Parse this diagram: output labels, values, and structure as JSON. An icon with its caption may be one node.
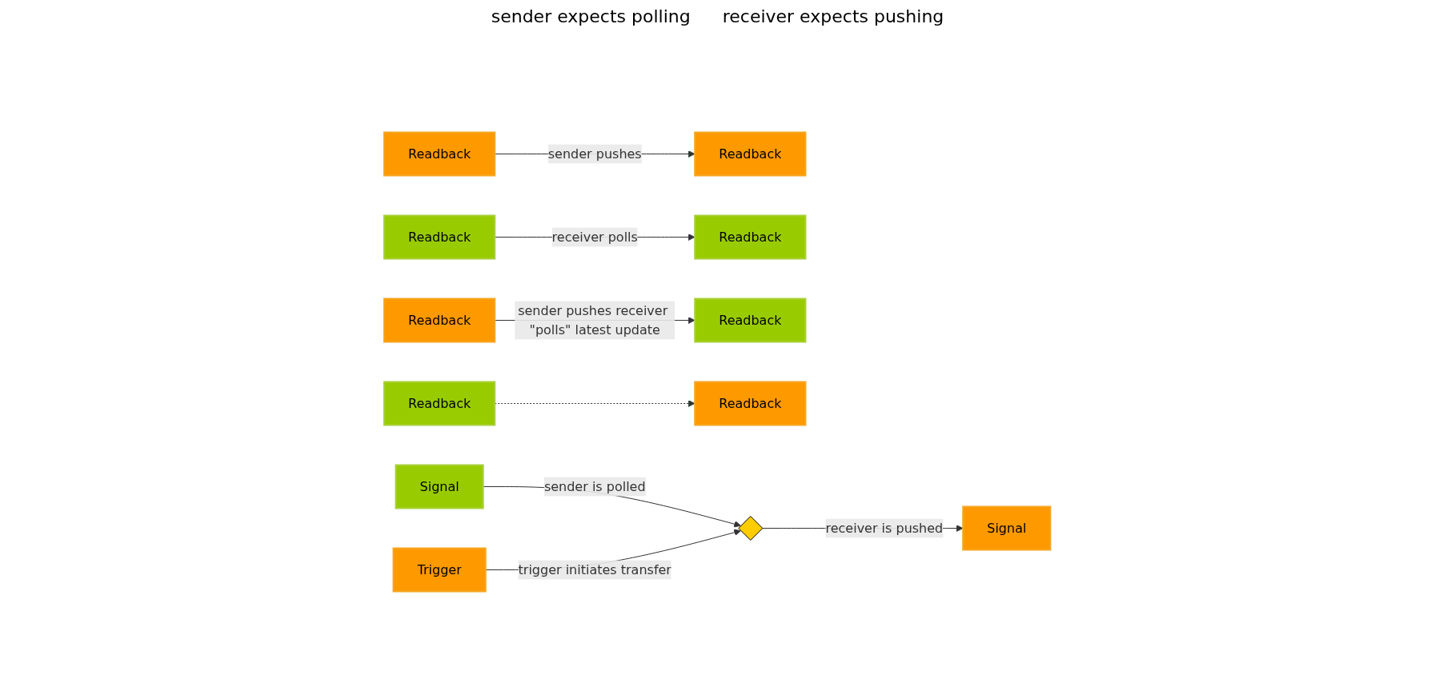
{
  "diagram": {
    "nodes": [
      {
        "text": [
          "Readback"
        ]
      },
      {
        "text": [
          "Readback"
        ]
      },
      {
        "text": [
          "Readback"
        ]
      },
      {
        "text": [
          "Readback"
        ]
      },
      {
        "text": [
          "Readback"
        ]
      },
      {
        "text": [
          "Readback"
        ]
      },
      {
        "text": [
          "Readback"
        ]
      },
      {
        "text": [
          "Readback"
        ]
      },
      {
        "text": [
          "Signal"
        ]
      },
      {
        "text": [],
        "shape": "diamond"
      },
      {
        "text": [
          "Signal"
        ]
      },
      {
        "text": [
          "Trigger"
        ]
      }
    ],
    "edges": [
      {
        "from": 0,
        "to": 1,
        "arrow": "to",
        "label": "sender pushes"
      },
      {
        "from": 2,
        "to": 3,
        "arrow": "to",
        "label": "receiver polls"
      },
      {
        "from": 4,
        "to": 5,
        "arrow": "to",
        "label": "sender pushes receiver \"polls\" latest update"
      },
      {
        "from": 6,
        "to": 7,
        "arrow": "to",
        "style": "dashed"
      },
      {
        "from": 8,
        "to": 9,
        "arrow": "to",
        "label": "sender is polled"
      },
      {
        "from": 9,
        "to": 10,
        "arrow": "to",
        "label": "receiver is pushed"
      },
      {
        "from": 11,
        "to": 9,
        "arrow": "to",
        "label": "trigger initiates transfer"
      }
    ],
    "labels": [
      "sender expects polling",
      "receiver expects pushing"
    ]
  }
}
